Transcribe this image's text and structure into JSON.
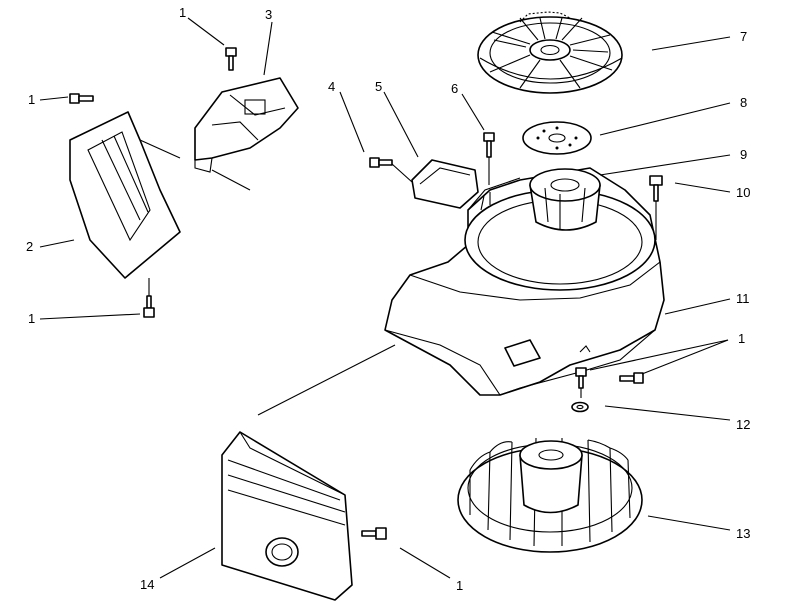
{
  "callouts": [
    {
      "id": "c1a",
      "label": "1"
    },
    {
      "id": "c3",
      "label": "3"
    },
    {
      "id": "c1b",
      "label": "1"
    },
    {
      "id": "c4",
      "label": "4"
    },
    {
      "id": "c5",
      "label": "5"
    },
    {
      "id": "c6",
      "label": "6"
    },
    {
      "id": "c7",
      "label": "7"
    },
    {
      "id": "c8",
      "label": "8"
    },
    {
      "id": "c9",
      "label": "9"
    },
    {
      "id": "c10",
      "label": "10"
    },
    {
      "id": "c2",
      "label": "2"
    },
    {
      "id": "c1c",
      "label": "1"
    },
    {
      "id": "c11",
      "label": "11"
    },
    {
      "id": "c1d",
      "label": "1"
    },
    {
      "id": "c12",
      "label": "12"
    },
    {
      "id": "c13",
      "label": "13"
    },
    {
      "id": "c14",
      "label": "14"
    },
    {
      "id": "c1e",
      "label": "1"
    }
  ]
}
